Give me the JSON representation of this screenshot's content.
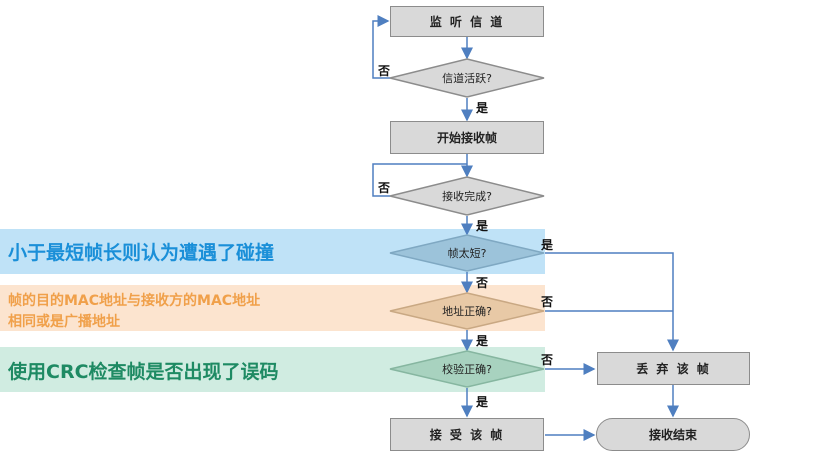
{
  "top_caption": "",
  "notes": {
    "short_frame": "小于最短帧长则认为遭遇了碰撞",
    "mac_line1": "帧的目的MAC地址与接收方的MAC地址",
    "mac_line2": "相同或是广播地址",
    "crc_check": "使用CRC检查帧是否出现了误码"
  },
  "nodes": {
    "listen": "监 听 信 道",
    "channel_active": "信道活跃?",
    "start_receive": "开始接收帧",
    "receive_done": "接收完成?",
    "too_short": "帧太短?",
    "addr_ok": "地址正确?",
    "checksum_ok": "校验正确?",
    "accept": "接 受 该 帧",
    "discard": "丢 弃 该 帧",
    "end": "接收结束"
  },
  "labels": {
    "no": "否",
    "yes": "是"
  },
  "colors": {
    "band_blue": "#bfe2f7",
    "band_orange": "#fce4cf",
    "band_green": "#d0ece1",
    "text_blue": "#1a8fd8",
    "text_orange": "#f0a04a",
    "text_green": "#1e8a63",
    "process_fill": "#d9d9d9",
    "diamond_blue": "#9cc3da",
    "diamond_orange": "#e8c9a6",
    "diamond_green": "#a8d2bf",
    "arrow": "#4f7fc0"
  }
}
